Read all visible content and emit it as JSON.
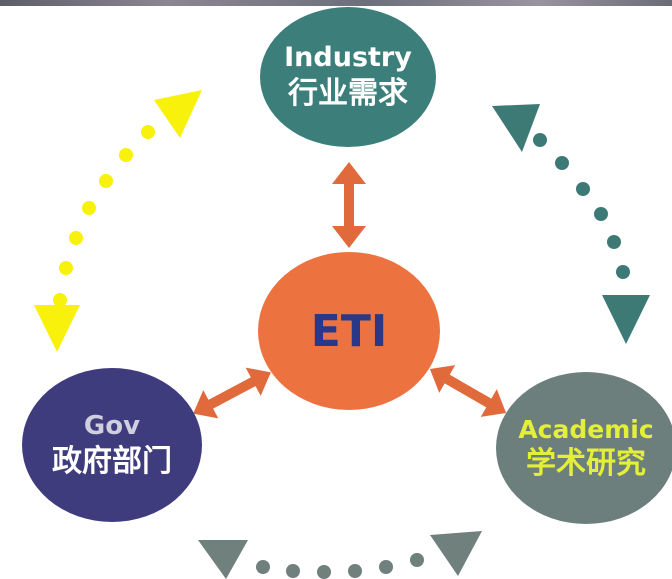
{
  "nodes": {
    "industry": {
      "en": "Industry",
      "cn": "行业需求"
    },
    "eti": {
      "en": "ETI"
    },
    "gov": {
      "en": "Gov",
      "cn": "政府部门"
    },
    "academic": {
      "en": "Academic",
      "cn": "学术研究"
    }
  },
  "colors": {
    "industry": "#3b7e7a",
    "eti": "#ec7340",
    "gov": "#3f3c7e",
    "academic": "#6c7f7c",
    "connector_arrows": "#e06a3c",
    "loop_yellow": "#f7f10c",
    "loop_teal": "#3d7a76",
    "loop_gray": "#6f807d"
  }
}
